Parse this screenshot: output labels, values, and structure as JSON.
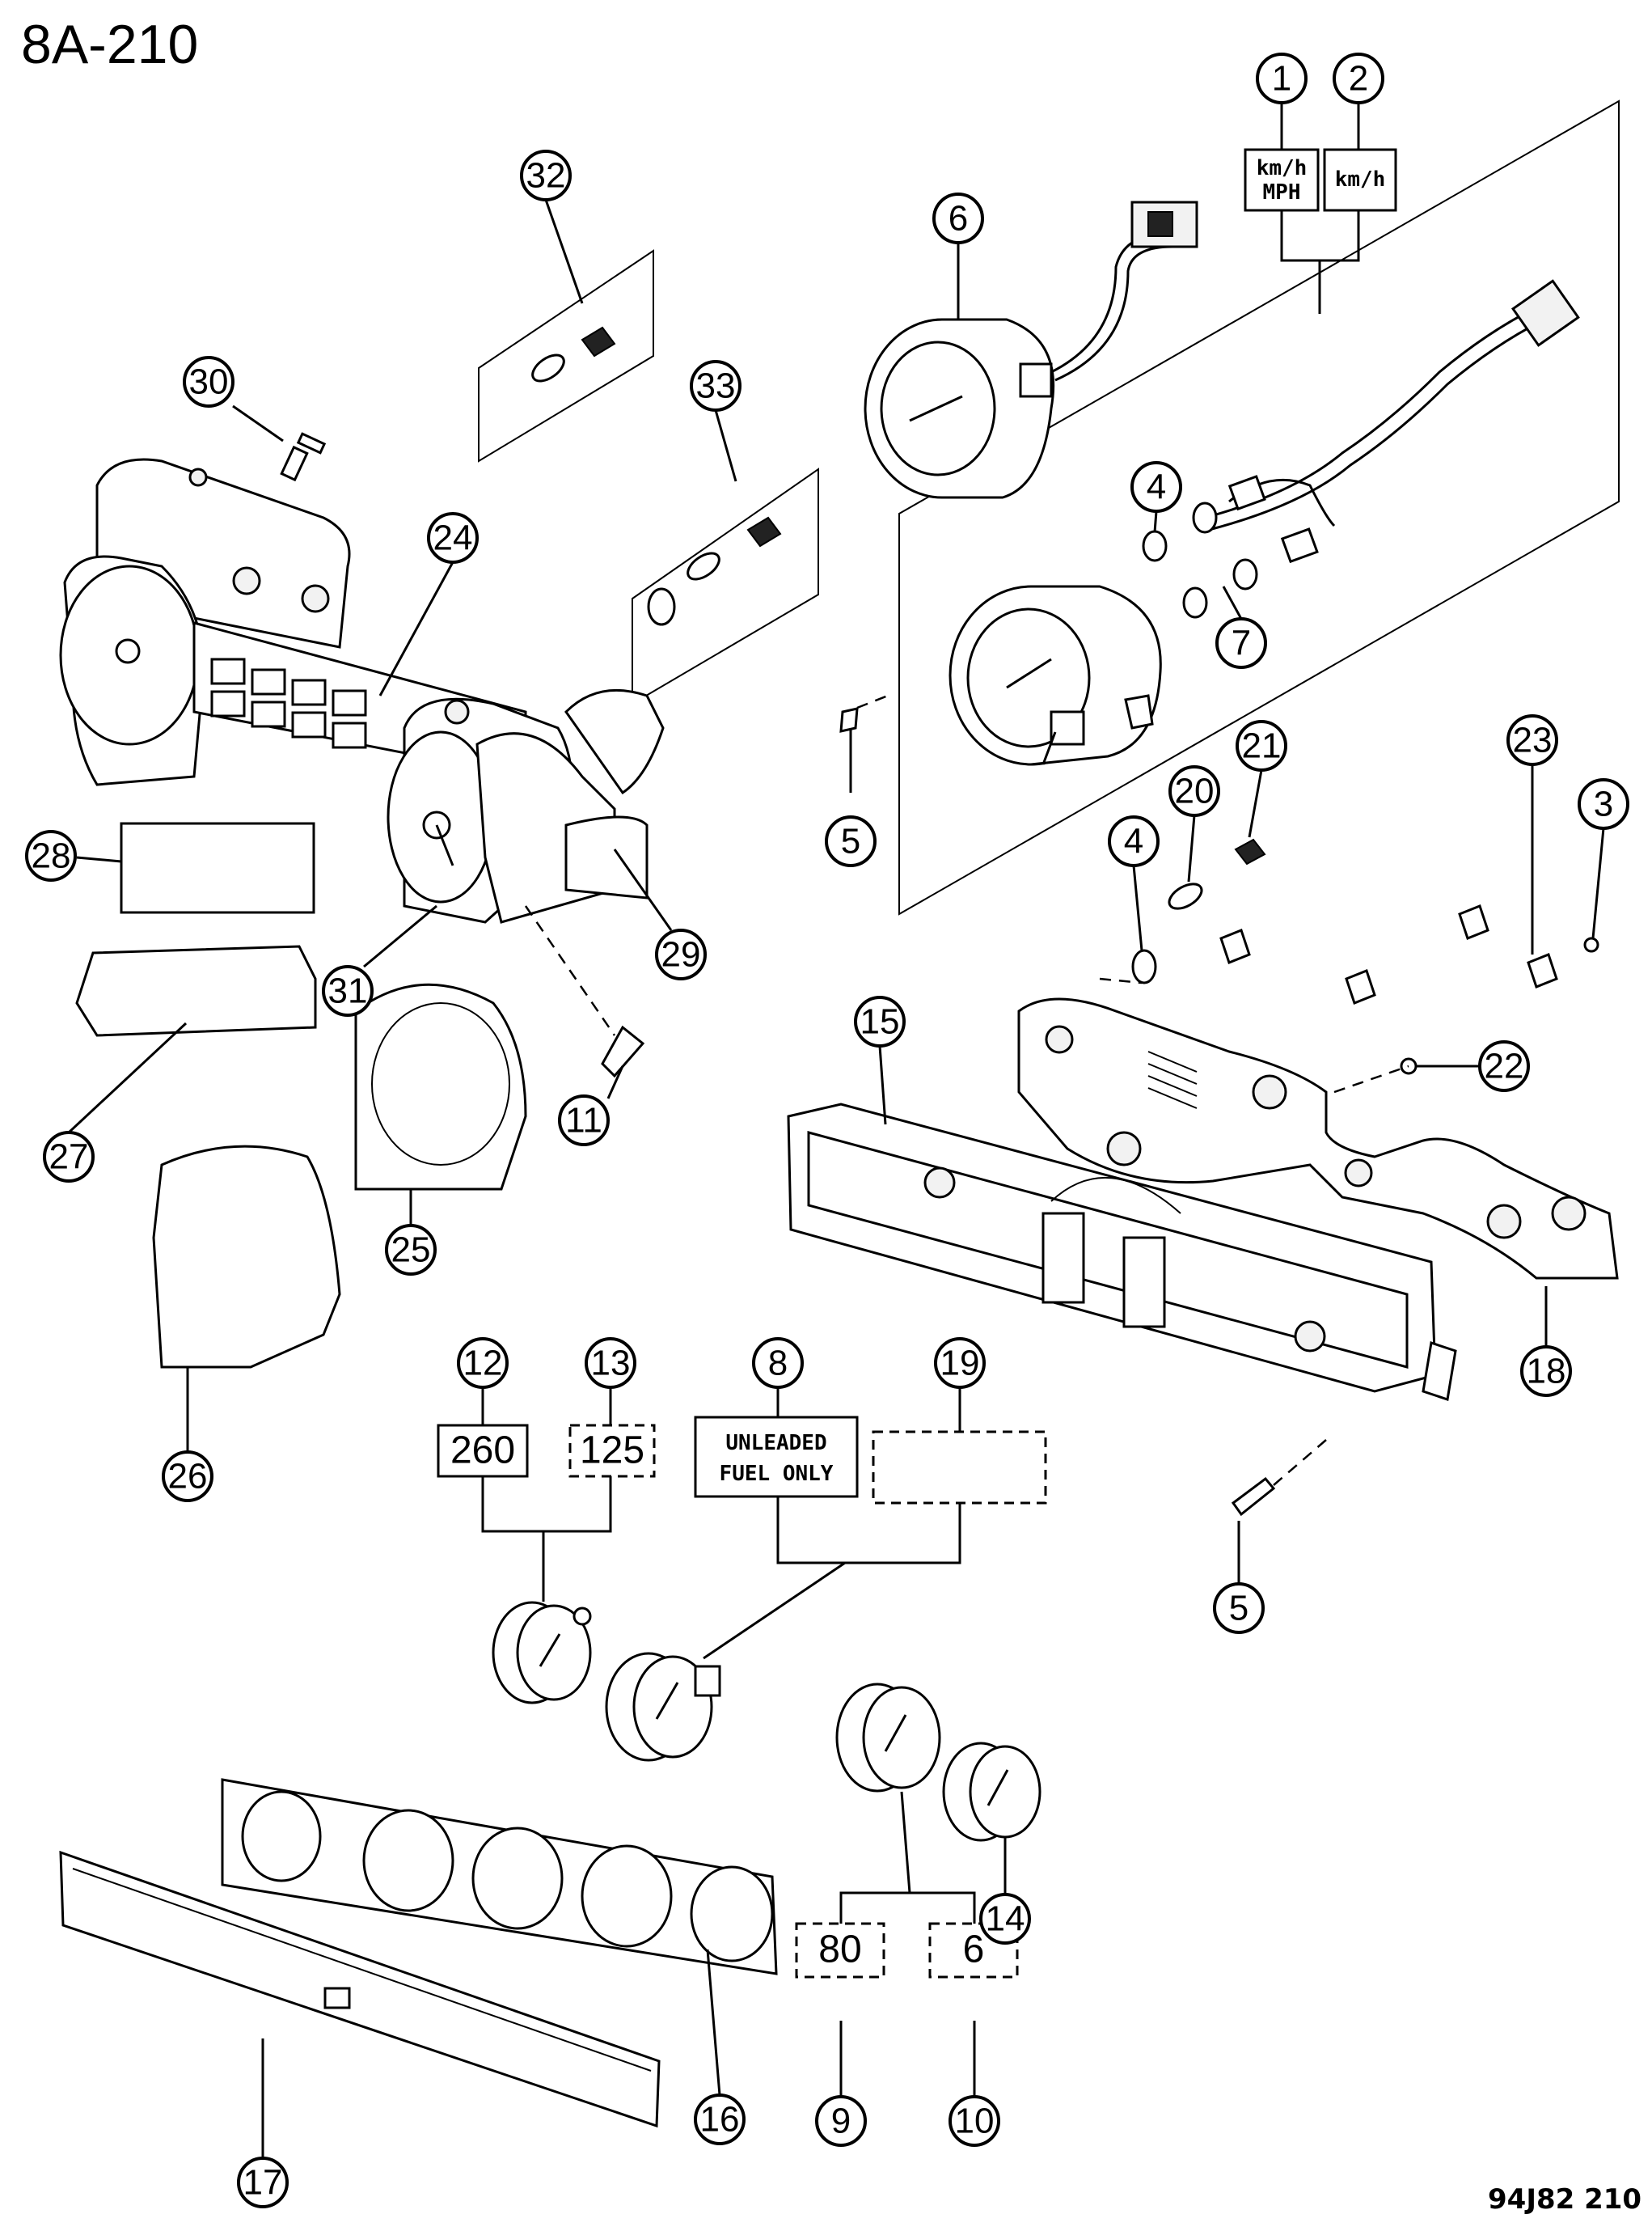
{
  "header": {
    "title": "8A-210"
  },
  "footer": {
    "figure_code": "94J82 210"
  },
  "callouts": [
    {
      "id": "c1",
      "number": "1"
    },
    {
      "id": "c2",
      "number": "2"
    },
    {
      "id": "c3",
      "number": "3"
    },
    {
      "id": "c4a",
      "number": "4"
    },
    {
      "id": "c4b",
      "number": "4"
    },
    {
      "id": "c5a",
      "number": "5"
    },
    {
      "id": "c5b",
      "number": "5"
    },
    {
      "id": "c6",
      "number": "6"
    },
    {
      "id": "c7",
      "number": "7"
    },
    {
      "id": "c8",
      "number": "8"
    },
    {
      "id": "c9",
      "number": "9"
    },
    {
      "id": "c10",
      "number": "10"
    },
    {
      "id": "c11",
      "number": "11"
    },
    {
      "id": "c12",
      "number": "12"
    },
    {
      "id": "c13",
      "number": "13"
    },
    {
      "id": "c14",
      "number": "14"
    },
    {
      "id": "c15",
      "number": "15"
    },
    {
      "id": "c16",
      "number": "16"
    },
    {
      "id": "c17",
      "number": "17"
    },
    {
      "id": "c18",
      "number": "18"
    },
    {
      "id": "c19",
      "number": "19"
    },
    {
      "id": "c20",
      "number": "20"
    },
    {
      "id": "c21",
      "number": "21"
    },
    {
      "id": "c22",
      "number": "22"
    },
    {
      "id": "c23",
      "number": "23"
    },
    {
      "id": "c24",
      "number": "24"
    },
    {
      "id": "c25",
      "number": "25"
    },
    {
      "id": "c26",
      "number": "26"
    },
    {
      "id": "c27",
      "number": "27"
    },
    {
      "id": "c28",
      "number": "28"
    },
    {
      "id": "c29",
      "number": "29"
    },
    {
      "id": "c30",
      "number": "30"
    },
    {
      "id": "c31",
      "number": "31"
    },
    {
      "id": "c32",
      "number": "32"
    },
    {
      "id": "c33",
      "number": "33"
    }
  ],
  "labels": {
    "speedo_1_line1": "km/h",
    "speedo_1_line2": "MPH",
    "speedo_2": "km/h",
    "temp_260": "260",
    "temp_125": "125",
    "fuel_line1": "UNLEADED",
    "fuel_line2": "FUEL ONLY",
    "oil_80": "80",
    "volt_6": "6"
  }
}
